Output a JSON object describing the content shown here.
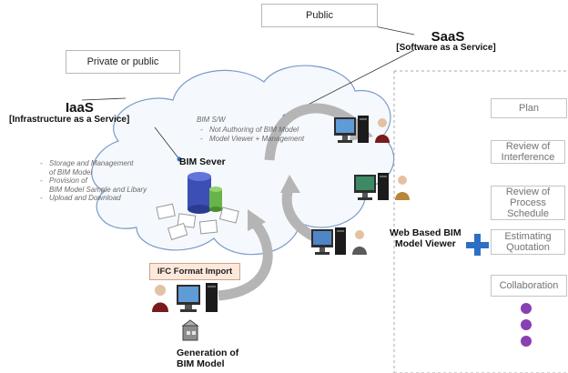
{
  "public_label": "Public",
  "private_public_label": "Private or public",
  "saas": {
    "title": "SaaS",
    "subtitle": "[Software as a Service]",
    "bim_sw": "BIM S/W",
    "items": [
      "Not Authoring of BIM Model",
      "Model Viewer + Management"
    ]
  },
  "iaas": {
    "title": "IaaS",
    "subtitle": "[Infrastructure as a Service]",
    "items": [
      "Storage and Management",
      "of BIM Model",
      "Provision of",
      "BIM Model Sample and Libary",
      "Upload and Download"
    ]
  },
  "bim_server": "BIM Sever",
  "ifc_import": "IFC  Format Import",
  "generation_line1": "Generation of",
  "generation_line2": "BIM Model",
  "web_viewer_line1": "Web Based BIM",
  "web_viewer_line2": "Model Viewer",
  "processes": [
    "Plan",
    "Review of Interference",
    "Review of Process Schedule",
    "Estimating Quotation",
    "Collaboration"
  ],
  "colors": {
    "cloud_fill": "#f5f8fc",
    "cloud_stroke": "#7a9bc9",
    "plus": "#2e6fc4",
    "dots": "#8a3fb2",
    "ifc_bg": "#fde8dc"
  },
  "icons": [
    "computer-icon",
    "server-tower-icon",
    "user-icon",
    "database-icon",
    "plus-icon",
    "arrow-icon"
  ]
}
